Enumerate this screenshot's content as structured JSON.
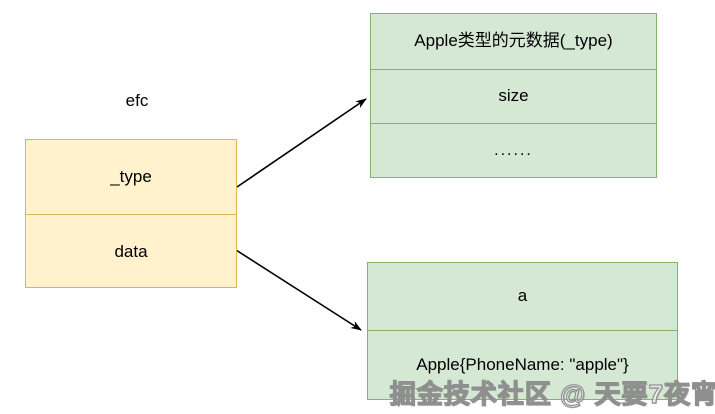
{
  "diagram": {
    "eface": {
      "title": "efc",
      "rows": [
        "_type",
        "data"
      ]
    },
    "type_meta": {
      "rows": [
        "Apple类型的元数据(_type)",
        "size",
        "......"
      ]
    },
    "value": {
      "rows": [
        "a",
        "Apple{PhoneName: \"apple\"}"
      ]
    },
    "edges": [
      {
        "from": "eface-row-type",
        "to": "type-meta-box"
      },
      {
        "from": "eface-row-data",
        "to": "value-box"
      }
    ],
    "colors": {
      "yellow_fill": "#FFF2CC",
      "yellow_border": "#D6B656",
      "green_fill": "#D5E8D4",
      "green_border": "#82B366",
      "arrow": "#000000"
    }
  },
  "watermark": {
    "text": "掘金技术社区 @ 天要7夜宵"
  }
}
